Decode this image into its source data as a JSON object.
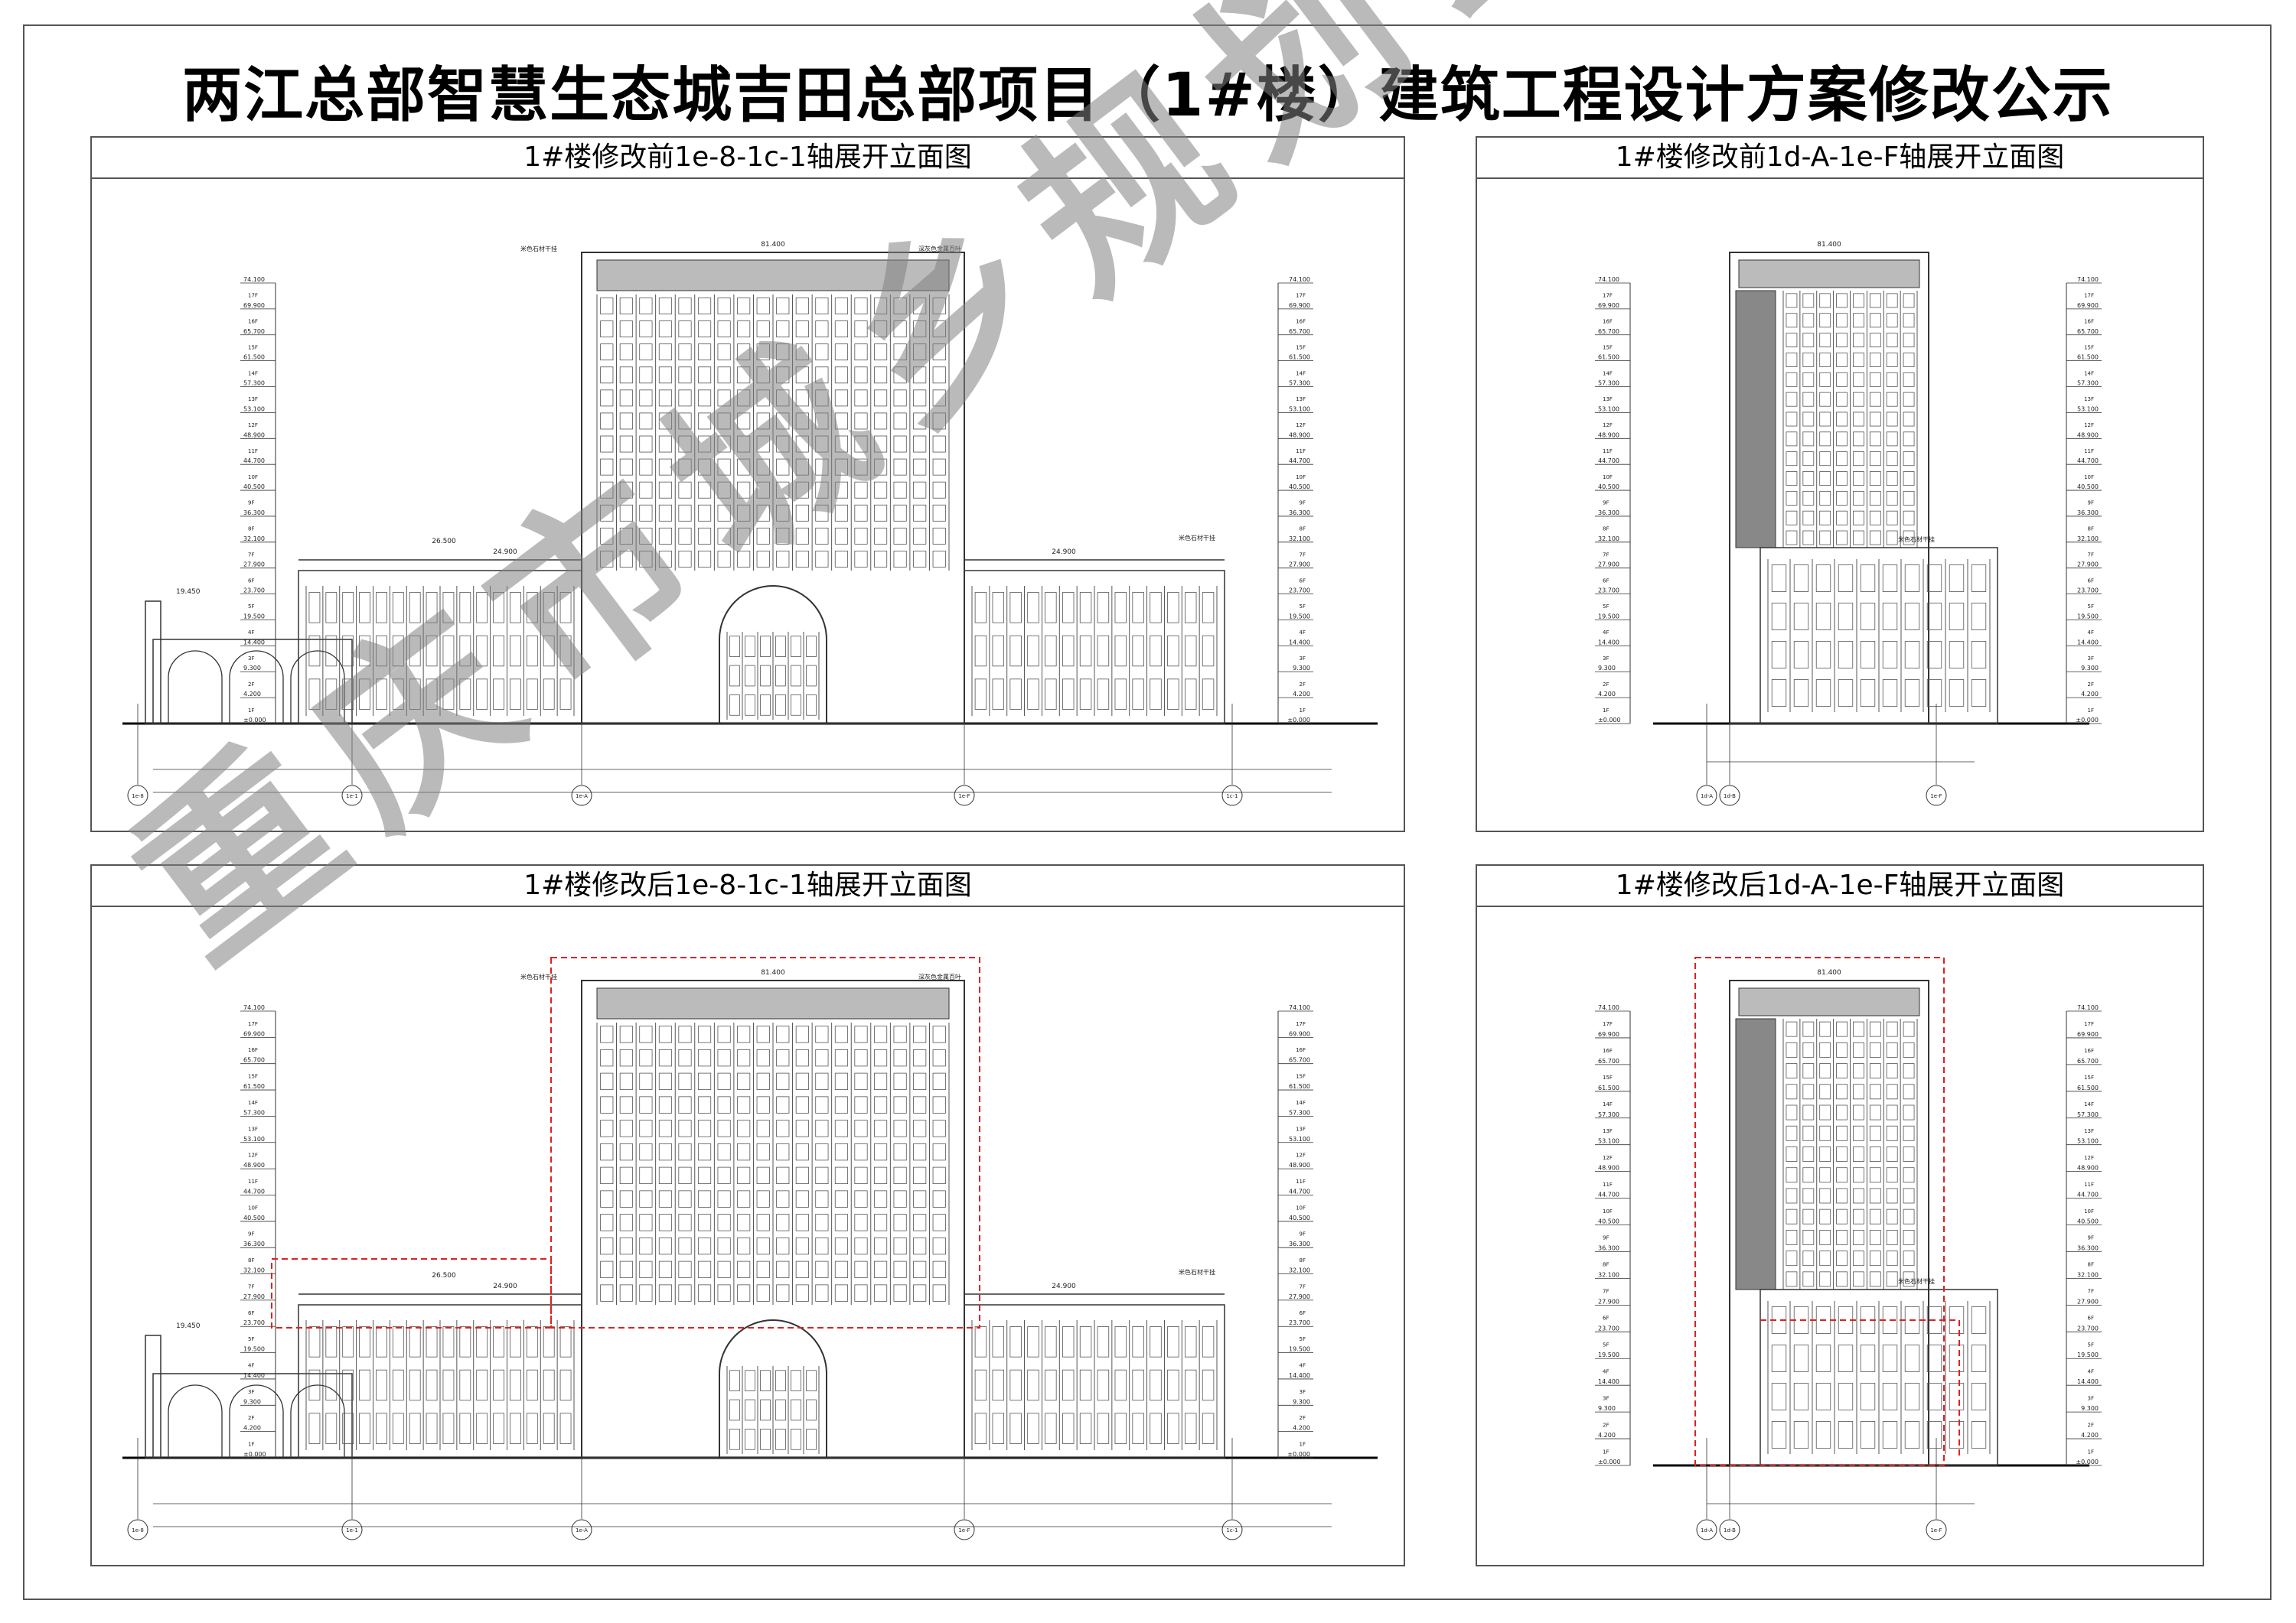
{
  "title": "两江总部智慧生态城吉田总部项目（1#楼）建筑工程设计方案修改公示",
  "panels": [
    {
      "heading": "1#楼修改前1e-8-1c-1轴展开立面图"
    },
    {
      "heading": "1#楼修改前1d-A-1e-F轴展开立面图"
    },
    {
      "heading": "1#楼修改后1e-8-1c-1轴展开立面图"
    },
    {
      "heading": "1#楼修改后1d-A-1e-F轴展开立面图"
    }
  ],
  "watermark": "重庆市城乡规划公示用图",
  "levels": [
    "74.100",
    "69.900",
    "65.700",
    "61.500",
    "57.300",
    "53.100",
    "48.900",
    "44.700",
    "40.500",
    "36.300",
    "32.100",
    "27.900",
    "23.700",
    "19.500",
    "14.400",
    "9.300",
    "4.200",
    "±0.000"
  ],
  "floors": [
    "17F",
    "16F",
    "15F",
    "14F",
    "13F",
    "12F",
    "11F",
    "10F",
    "9F",
    "8F",
    "7F",
    "6F",
    "5F",
    "4F",
    "3F",
    "2F",
    "1F"
  ],
  "axes_wide": [
    "1e-8",
    "1e-1",
    "1e-A",
    "1e-F",
    "1c-1"
  ],
  "axes_narrow": [
    "1d-A",
    "1d-B",
    "1e-F"
  ],
  "notes": {
    "roof": "81.400",
    "podium": "24.900",
    "podium2": "26.500",
    "low": "19.450",
    "stone": "米色石材干挂",
    "metal": "深灰色金属百叶"
  },
  "colors": {
    "line": "#333333",
    "revision": "#e02020",
    "watermark": "#8a8a8a"
  }
}
